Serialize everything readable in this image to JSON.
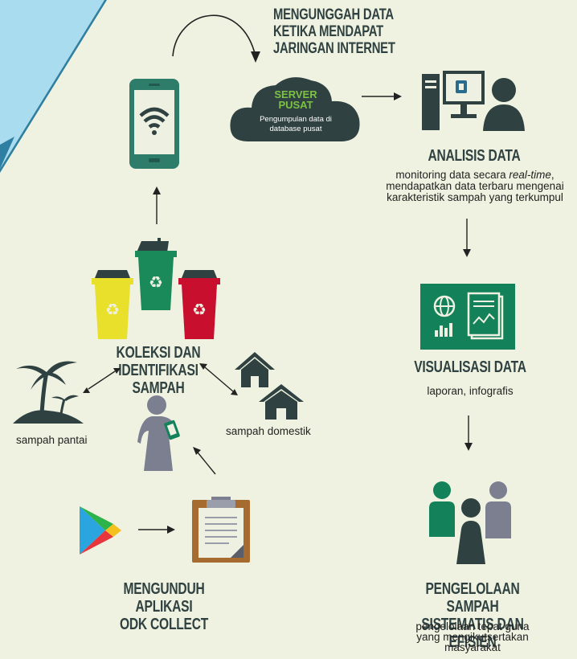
{
  "upload": {
    "title_lines": [
      "MENGUNGGAH DATA",
      "KETIKA MENDAPAT",
      "JARINGAN INTERNET"
    ]
  },
  "server": {
    "title_lines": [
      "SERVER",
      "PUSAT"
    ],
    "desc_lines": [
      "Pengumpulan data di",
      "database pusat"
    ]
  },
  "analysis": {
    "title": "ANALISIS DATA",
    "desc_lines": [
      "monitoring data secara",
      "real-time",
      ",",
      "mendapatkan data terbaru mengenai",
      "karakteristik sampah yang terkumpul"
    ]
  },
  "visual": {
    "title": "VISUALISASI DATA",
    "desc": "laporan, infografis"
  },
  "collection": {
    "title_lines": [
      "KOLEKSI DAN IDENTIFIKASI",
      "SAMPAH"
    ]
  },
  "beach": {
    "label": "sampah pantai"
  },
  "domestic": {
    "label": "sampah domestik"
  },
  "download": {
    "title_lines": [
      "MENGUNDUH APLIKASI",
      "ODK COLLECT"
    ]
  },
  "management": {
    "title_lines": [
      "PENGELOLAAN SAMPAH",
      "SISTEMATIS DAN EFISIEN"
    ],
    "desc_lines": [
      "pengelolaan tepat guna",
      "yang mengikutsertakan",
      "masyarakat"
    ]
  },
  "colors": {
    "dark": "#2f4141",
    "teal": "#2e7d6b",
    "green": "#1b8a5a",
    "yellow": "#e8e02a",
    "red": "#c8102e",
    "sky": "#a9dcef",
    "board_green": "#13815a",
    "server_text": "#7cc242"
  }
}
